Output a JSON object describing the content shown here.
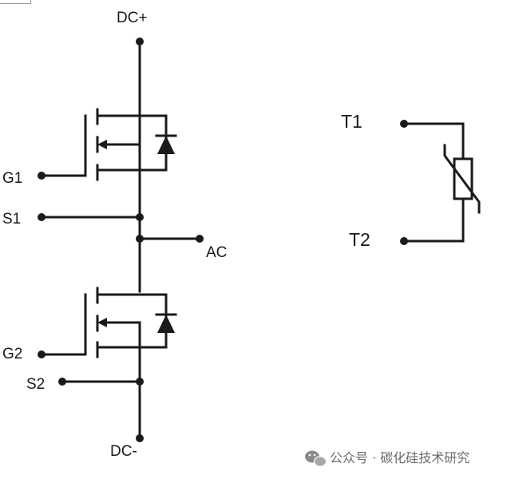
{
  "labels": {
    "dc_plus": "DC+",
    "dc_minus": "DC-",
    "ac": "AC",
    "g1": "G1",
    "s1": "S1",
    "g2": "G2",
    "s2": "S2",
    "t1": "T1",
    "t2": "T2"
  },
  "watermark": {
    "text": "公众号 · 碳化硅技术研究",
    "icon": "wechat-icon"
  },
  "colors": {
    "ink": "#1a1a1a",
    "watermark": "#6b6b6b"
  }
}
